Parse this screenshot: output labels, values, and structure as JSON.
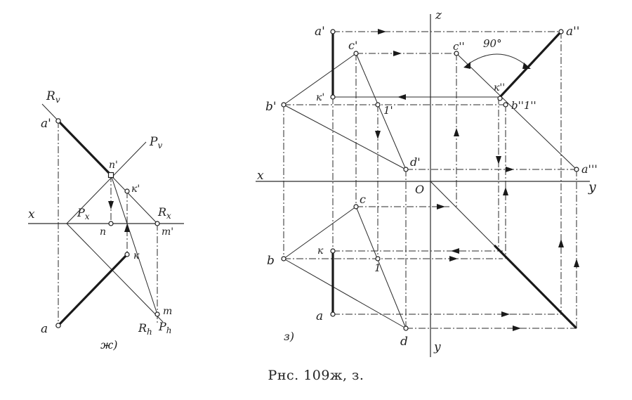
{
  "caption": "Рнс. 109ж, з.",
  "left_figure": {
    "sub_label": "ж)",
    "labels": {
      "Rv": "R",
      "Rv_sub": "v",
      "Pv": "P",
      "Pv_sub": "v",
      "a_prime": "a'",
      "n_prime": "n'",
      "k_prime": "к'",
      "x": "x",
      "Px": "P",
      "Px_sub": "x",
      "Rx": "R",
      "Rx_sub": "x",
      "n": "n",
      "m_prime": "m'",
      "k": "к",
      "a": "a",
      "m": "m",
      "Rh": "R",
      "Rh_sub": "h",
      "Ph": "P",
      "Ph_sub": "h"
    }
  },
  "right_figure": {
    "sub_label": "з)",
    "labels": {
      "z": "z",
      "y_right": "y",
      "y_bottom": "y",
      "x": "x",
      "O": "O",
      "a_prime": "a'",
      "a_dprime": "a''",
      "angle": "90°",
      "c_prime": "c'",
      "c_dprime": "c''",
      "b_prime": "b'",
      "k_dprime": "к''",
      "k_prime": "к'",
      "b_dprime_1": "b''1''",
      "one_prime": "1'",
      "d_prime": "d'",
      "a_tprime": "a'''",
      "c": "c",
      "k": "к",
      "b": "b",
      "one": "1",
      "a": "a",
      "d": "d"
    }
  }
}
